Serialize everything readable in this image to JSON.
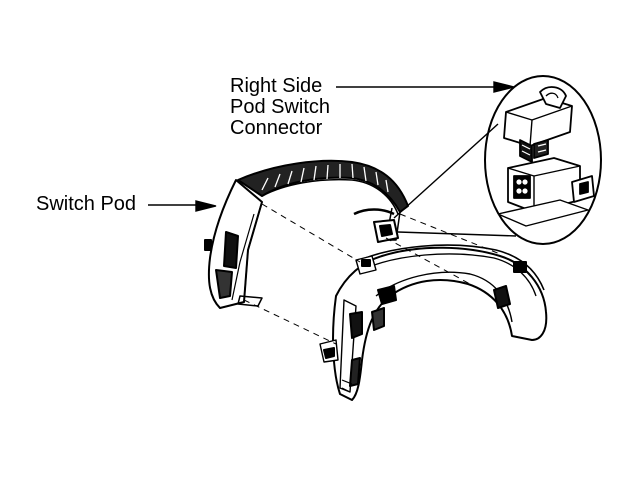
{
  "labels": {
    "connector": [
      "Right Side",
      "Pod Switch",
      "Connector"
    ],
    "switch_pod": "Switch Pod"
  },
  "colors": {
    "ink": "#000000",
    "paper": "#ffffff"
  }
}
